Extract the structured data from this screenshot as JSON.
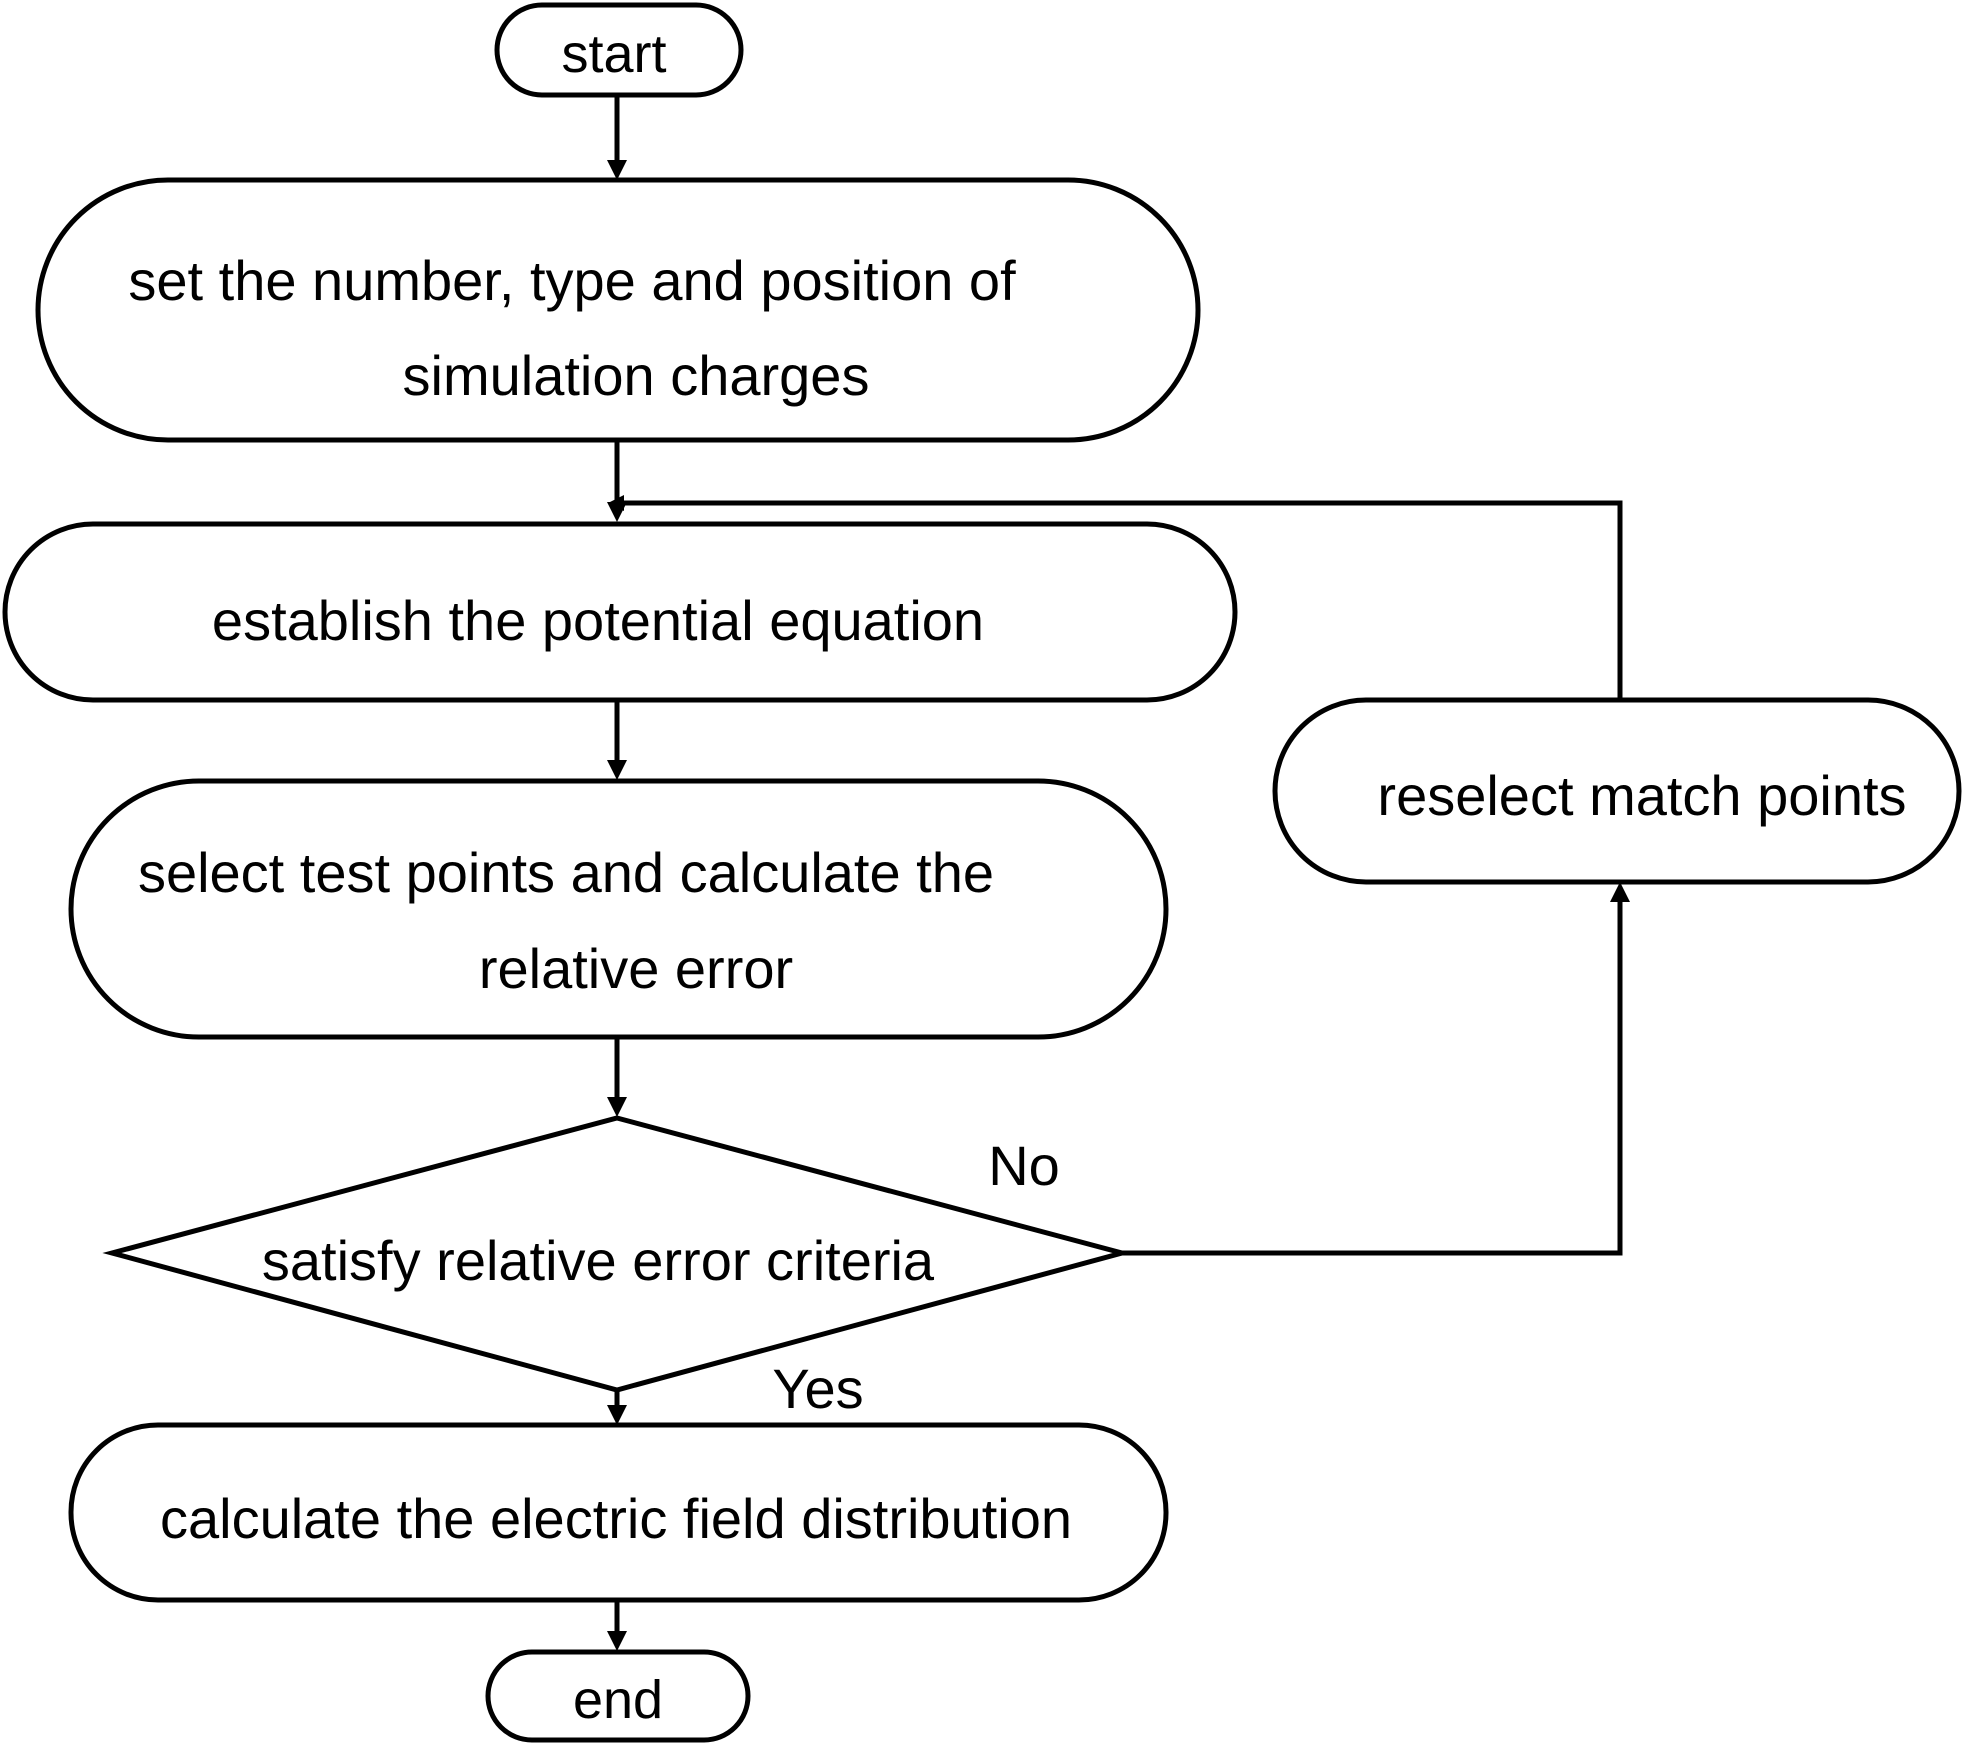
{
  "diagram": {
    "nodes": {
      "start": {
        "text": "start"
      },
      "set_charges": {
        "lines": [
          "set the number, type and position of",
          "simulation charges"
        ]
      },
      "establish": {
        "text": "establish the potential equation"
      },
      "select_test": {
        "lines": [
          "select test points and calculate the",
          "relative error"
        ]
      },
      "decision": {
        "text": "satisfy relative error criteria"
      },
      "reselect": {
        "text": "reselect match points"
      },
      "calculate": {
        "text": "calculate the electric field distribution"
      },
      "end": {
        "text": "end"
      }
    },
    "edge_labels": {
      "no": "No",
      "yes": "Yes"
    },
    "colors": {
      "stroke": "#000000",
      "fill": "#ffffff",
      "text": "#000000"
    }
  }
}
